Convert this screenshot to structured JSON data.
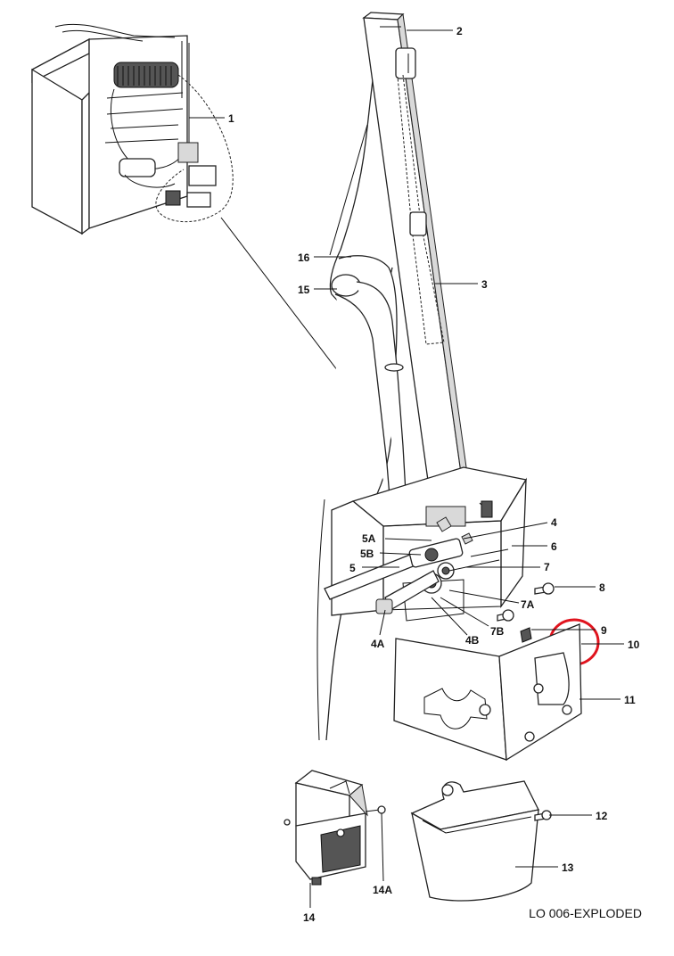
{
  "footer": {
    "label": "LO 006-EXPLODED"
  },
  "callouts": {
    "c1": "1",
    "c2": "2",
    "c3": "3",
    "c4": "4",
    "c4A": "4A",
    "c4B": "4B",
    "c5": "5",
    "c5A": "5A",
    "c5B": "5B",
    "c6": "6",
    "c7": "7",
    "c7A": "7A",
    "c7B": "7B",
    "c8": "8",
    "c9": "9",
    "c10": "10",
    "c11": "11",
    "c12": "12",
    "c13": "13",
    "c14": "14",
    "c14A": "14A",
    "c15": "15",
    "c16": "16"
  },
  "highlight": {
    "color": "#e0141e",
    "target": "10"
  }
}
